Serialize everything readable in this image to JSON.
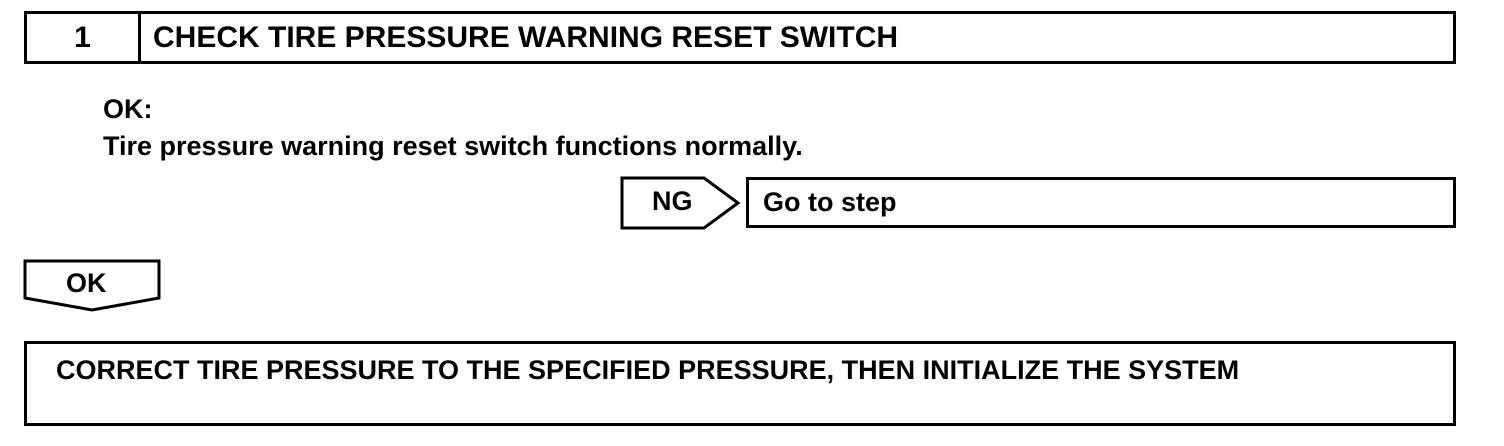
{
  "step": {
    "number": "1",
    "title": "CHECK TIRE PRESSURE WARNING RESET SWITCH"
  },
  "ok_block": {
    "heading": "OK:",
    "description": "Tire pressure warning reset switch functions normally."
  },
  "ng_branch": {
    "label": "NG",
    "result": "Go to step"
  },
  "ok_branch": {
    "label": "OK"
  },
  "final_action": {
    "text": "CORRECT TIRE PRESSURE TO THE SPECIFIED PRESSURE, THEN INITIALIZE THE SYSTEM"
  }
}
